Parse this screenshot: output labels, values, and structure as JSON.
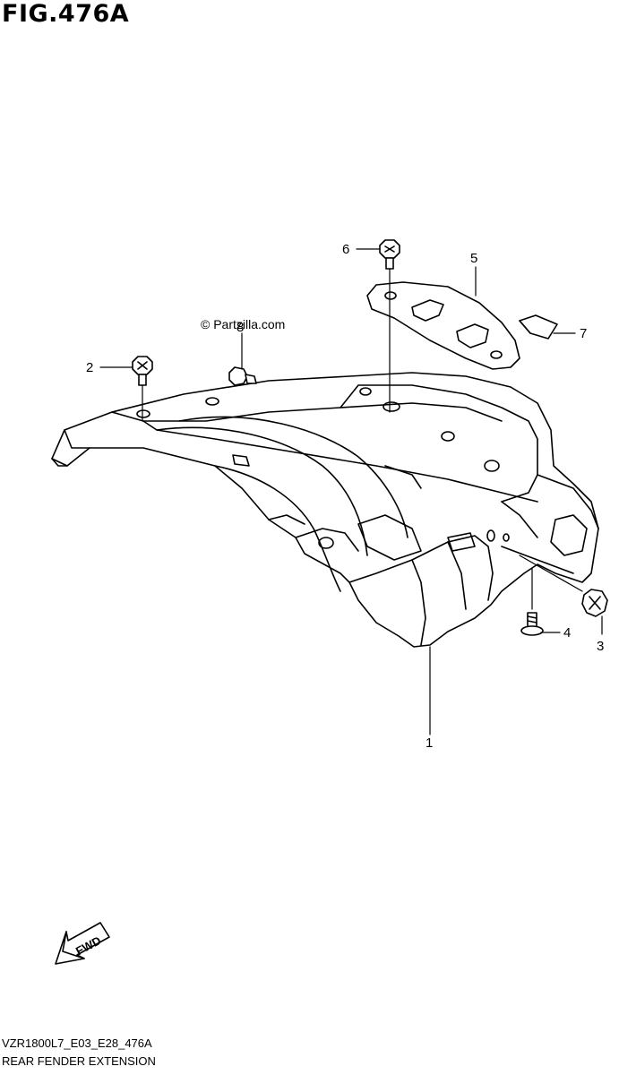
{
  "figure": {
    "title": "FIG.476A",
    "watermark": "© Partzilla.com",
    "diagram_code": "VZR1800L7_E03_E28_476A",
    "caption": "REAR FENDER EXTENSION",
    "fwd_label": "FWD"
  },
  "callouts": [
    {
      "id": "1",
      "label": "1"
    },
    {
      "id": "2",
      "label": "2"
    },
    {
      "id": "3",
      "label": "3"
    },
    {
      "id": "4",
      "label": "4"
    },
    {
      "id": "5",
      "label": "5"
    },
    {
      "id": "6",
      "label": "6"
    },
    {
      "id": "7",
      "label": "7"
    },
    {
      "id": "8",
      "label": "8"
    }
  ]
}
